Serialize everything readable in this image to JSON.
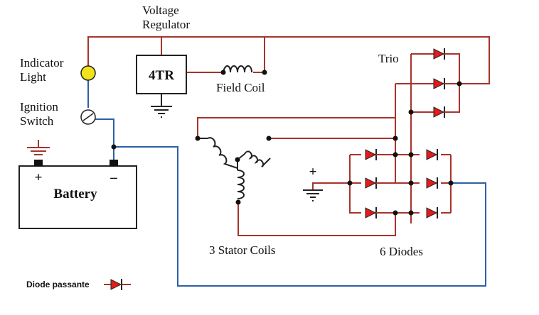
{
  "labels": {
    "voltage_regulator_1": "Voltage",
    "voltage_regulator_2": "Regulator",
    "indicator_1": "Indicator",
    "indicator_2": "Light",
    "ignition_1": "Ignition",
    "ignition_2": "Switch",
    "regulator_box": "4TR",
    "field_coil": "Field Coil",
    "trio": "Trio",
    "battery": "Battery",
    "battery_plus": "+",
    "battery_minus": "–",
    "ground_plus": "+",
    "stator_coils": "3 Stator Coils",
    "diodes": "6 Diodes",
    "legend": "Diode passante"
  },
  "colors": {
    "wire_red": "#a6342c",
    "wire_blue": "#2d5fa8",
    "diode_fill": "#e31b1b",
    "indicator_bulb": "#f2e21a"
  }
}
